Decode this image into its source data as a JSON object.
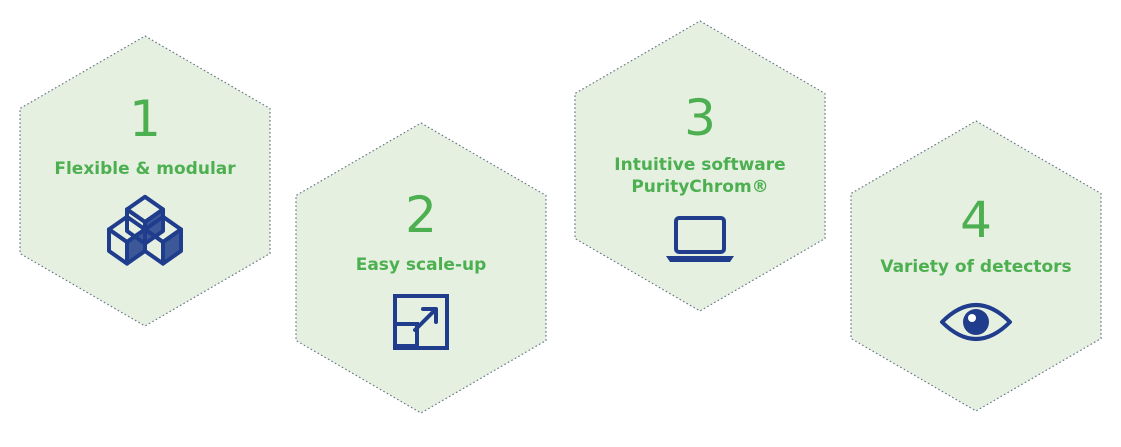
{
  "colors": {
    "hex_fill": "#e6f0e1",
    "hex_border": "#6b7a8a",
    "accent_green": "#4caf50",
    "icon_blue": "#1f3d8c"
  },
  "features": [
    {
      "number": "1",
      "lines": [
        "Flexible & modular"
      ],
      "icon": "modular-blocks-icon"
    },
    {
      "number": "2",
      "lines": [
        "Easy scale-up"
      ],
      "icon": "scale-up-icon"
    },
    {
      "number": "3",
      "lines": [
        "Intuitive software",
        "PurityChrom®"
      ],
      "icon": "laptop-icon"
    },
    {
      "number": "4",
      "lines": [
        "Variety of detectors"
      ],
      "icon": "eye-icon"
    }
  ]
}
